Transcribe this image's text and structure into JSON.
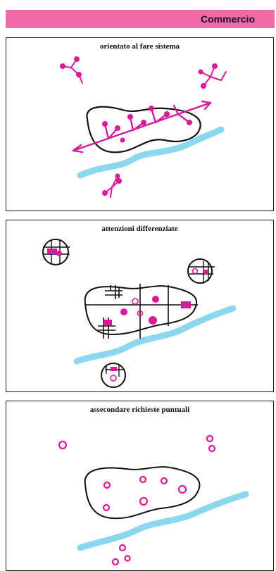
{
  "header": {
    "title": "Commercio",
    "color": "#f06aa8"
  },
  "panels": [
    {
      "title": "orientato al fare sistema"
    },
    {
      "title": "attenzioni differenziate"
    },
    {
      "title": "assecondare richieste puntuali"
    }
  ],
  "colors": {
    "magenta": "#d8199a",
    "river": "#7fd3ee",
    "outline": "#111111"
  }
}
